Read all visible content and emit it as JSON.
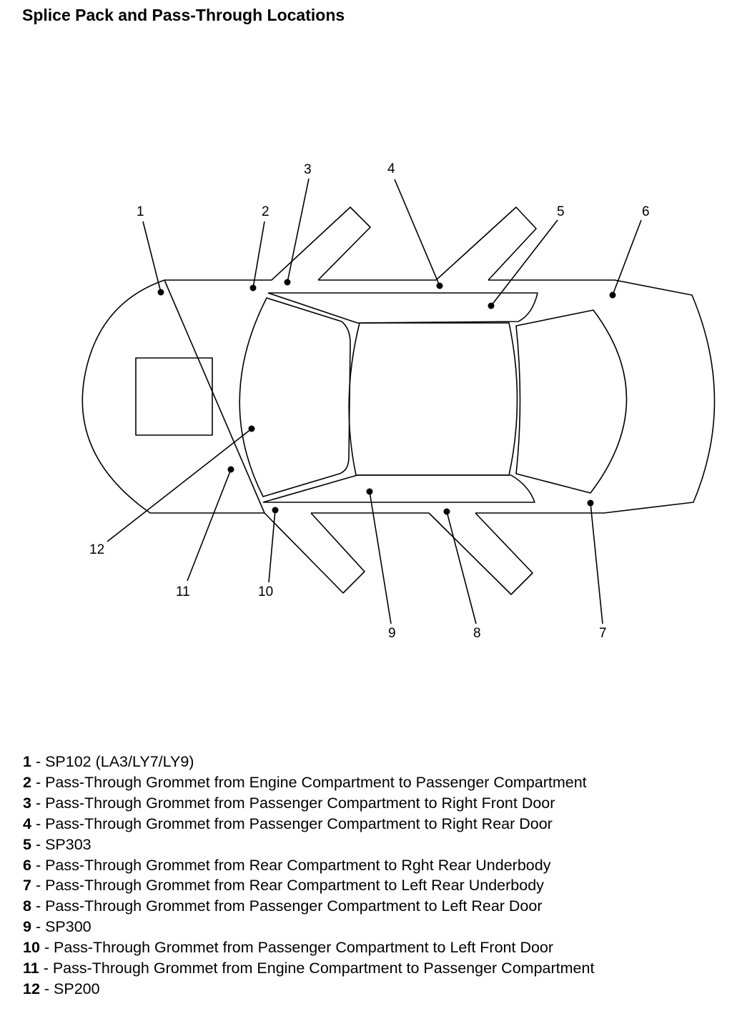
{
  "title": "Splice Pack and Pass-Through Locations",
  "callouts": [
    "1",
    "2",
    "3",
    "4",
    "5",
    "6",
    "7",
    "8",
    "9",
    "10",
    "11",
    "12"
  ],
  "legend": [
    {
      "num": "1",
      "text": "SP102 (LA3/LY7/LY9)"
    },
    {
      "num": "2",
      "text": "Pass-Through Grommet from Engine Compartment to Passenger Compartment"
    },
    {
      "num": "3",
      "text": "Pass-Through Grommet from Passenger Compartment to Right Front Door"
    },
    {
      "num": "4",
      "text": "Pass-Through Grommet from Passenger Compartment to Right Rear Door"
    },
    {
      "num": "5",
      "text": "SP303"
    },
    {
      "num": "6",
      "text": "Pass-Through Grommet from Rear Compartment to Rght Rear Underbody"
    },
    {
      "num": "7",
      "text": "Pass-Through Grommet from Rear Compartment to Left Rear Underbody"
    },
    {
      "num": "8",
      "text": "Pass-Through Grommet from Passenger Compartment to Left Rear Door"
    },
    {
      "num": "9",
      "text": "SP300"
    },
    {
      "num": "10",
      "text": "Pass-Through Grommet from Passenger Compartment to Left Front Door"
    },
    {
      "num": "11",
      "text": "Pass-Through Grommet from Engine Compartment to Passenger Compartment"
    },
    {
      "num": "12",
      "text": "SP200"
    }
  ]
}
